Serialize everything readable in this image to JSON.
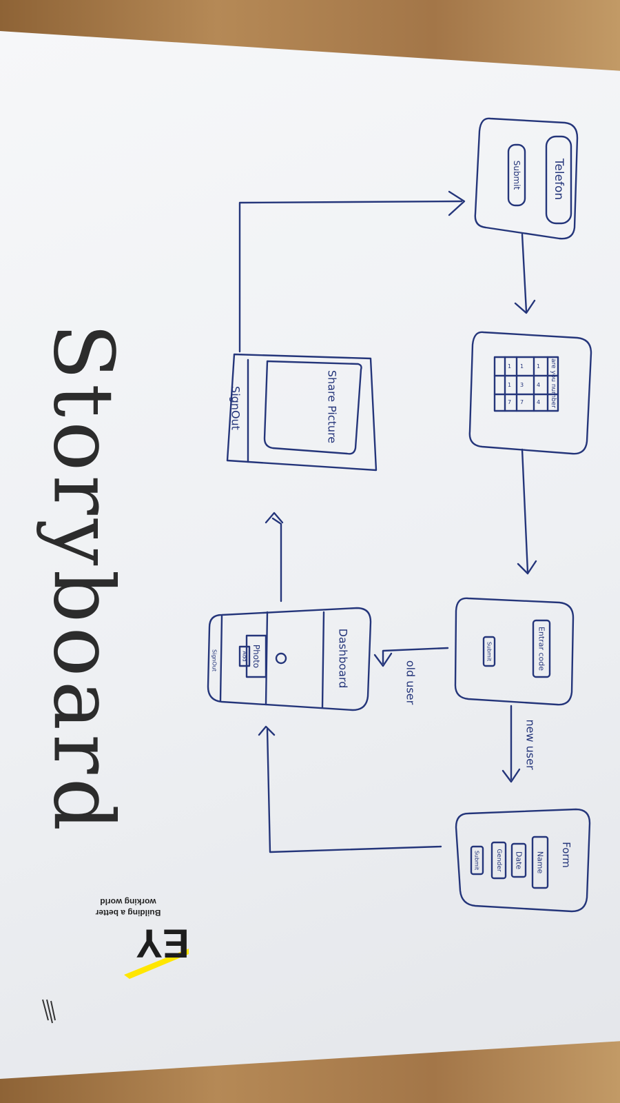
{
  "sketch": {
    "title": "Storyboard",
    "screen_phone": {
      "input_label": "Telefon",
      "button_label": "Submit"
    },
    "screen_code": {
      "header": "are you number"
    },
    "screen_auth": {
      "input_label": "Entrar code",
      "button_label": "Submit"
    },
    "branch_old": "old user",
    "branch_new": "new user",
    "screen_form": {
      "title": "Form",
      "field_name": "Name",
      "field_date": "Date",
      "field_gender": "Gender",
      "button_label": "Submit"
    },
    "screen_dashboard": {
      "title": "Dashboard",
      "photo_label": "Photo",
      "add_label": "Add",
      "signout_label": "SignOut"
    },
    "screen_share": {
      "title": "Share Picture",
      "signout_label": "SignOut"
    }
  },
  "brand": {
    "logo": "EY",
    "tagline_line1": "Building a better",
    "tagline_line2": "working world",
    "accent_color": "#ffe600"
  },
  "ink_color": "#24357a"
}
